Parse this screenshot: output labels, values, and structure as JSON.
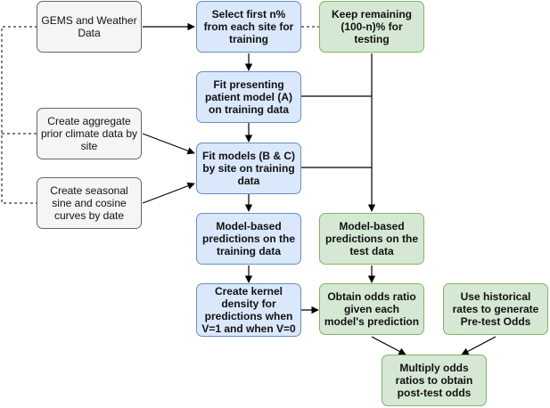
{
  "nodes": {
    "gems_weather": {
      "label": "GEMS and Weather Data",
      "style": "gray"
    },
    "aggregate_climate": {
      "label": "Create aggregate prior climate data by site",
      "style": "gray"
    },
    "seasonal_curves": {
      "label": "Create seasonal sine and cosine curves by date",
      "style": "gray"
    },
    "select_training": {
      "label": "Select first n% from each site for training",
      "style": "blue"
    },
    "fit_model_a": {
      "label": "Fit presenting patient model (A) on training data",
      "style": "blue"
    },
    "fit_models_bc": {
      "label": "Fit models (B & C) by site on training data",
      "style": "blue"
    },
    "predictions_training": {
      "label": "Model-based predictions on the training data",
      "style": "blue"
    },
    "kernel_density": {
      "label": "Create kernel density for predictions when V=1 and when V=0",
      "style": "blue"
    },
    "keep_testing": {
      "label": "Keep remaining (100-n)% for testing",
      "style": "green"
    },
    "predictions_test": {
      "label": "Model-based predictions on the test data",
      "style": "green"
    },
    "odds_ratio": {
      "label": "Obtain odds ratio given each model's prediction",
      "style": "green"
    },
    "historical_rates": {
      "label": "Use historical rates to generate Pre-test Odds",
      "style": "green"
    },
    "multiply_odds": {
      "label": "Multiply odds ratios to obtain post-test odds",
      "style": "green"
    }
  },
  "colors": {
    "gray_fill": "#f5f5f5",
    "gray_stroke": "#666666",
    "blue_fill": "#dae8fc",
    "blue_stroke": "#6c8ebf",
    "green_fill": "#d5e8d4",
    "green_stroke": "#82b366",
    "edge": "#000000"
  }
}
